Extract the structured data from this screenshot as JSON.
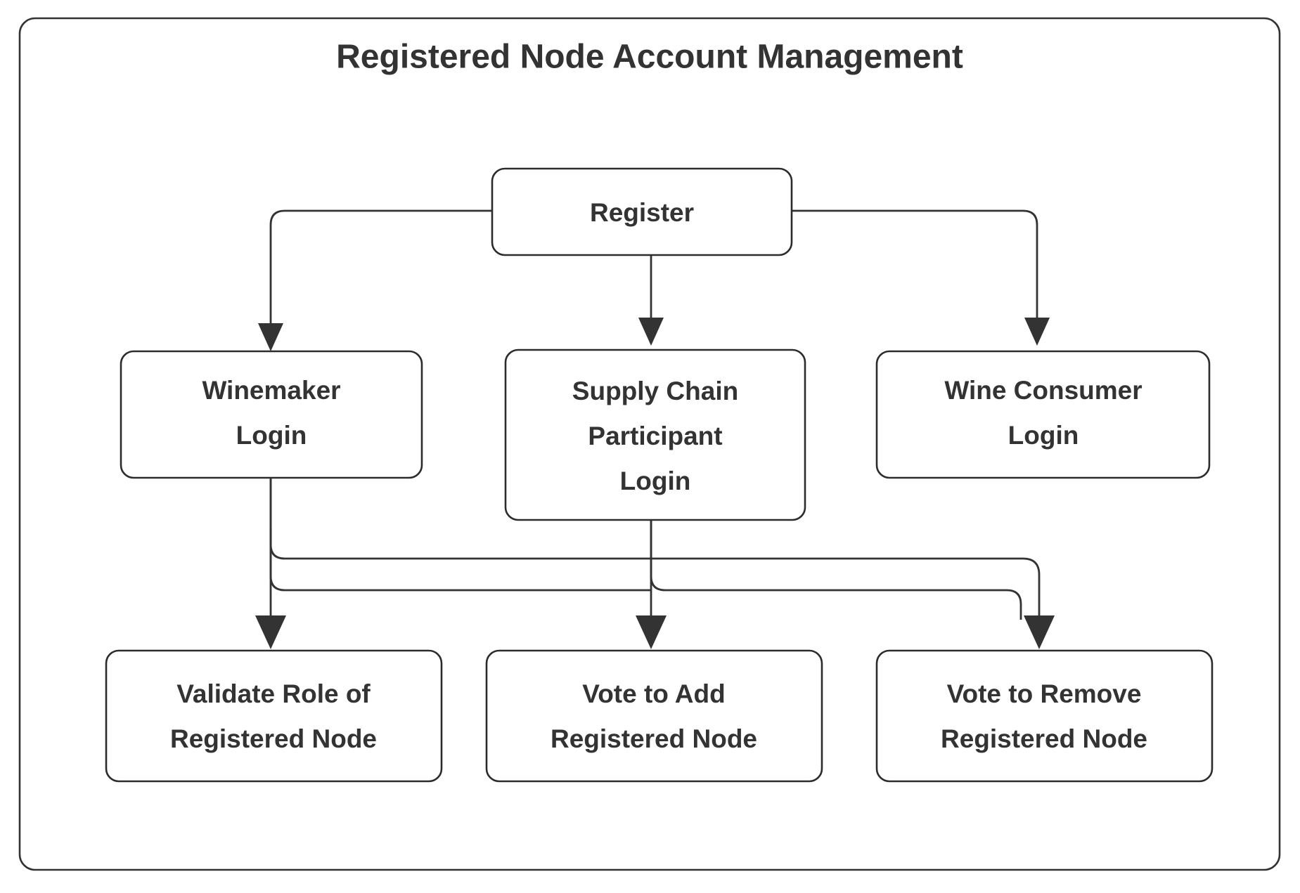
{
  "diagram": {
    "title": "Registered Node Account Management",
    "type": "flowchart",
    "direction": "top-down",
    "colors": {
      "background": "#ffffff",
      "node_fill": "#ffffff",
      "node_stroke": "#2c2c2c",
      "edge_stroke": "#333333",
      "text": "#333333",
      "container_stroke": "#333333"
    },
    "nodes": [
      {
        "id": "register",
        "lines": [
          "Register"
        ]
      },
      {
        "id": "winemaker",
        "lines": [
          "Winemaker",
          "Login"
        ]
      },
      {
        "id": "supply",
        "lines": [
          "Supply Chain",
          "Participant",
          "Login"
        ]
      },
      {
        "id": "consumer",
        "lines": [
          "Wine Consumer",
          "Login"
        ]
      },
      {
        "id": "validate",
        "lines": [
          "Validate Role of",
          "Registered Node"
        ]
      },
      {
        "id": "voteadd",
        "lines": [
          "Vote to Add",
          "Registered Node"
        ]
      },
      {
        "id": "voteremove",
        "lines": [
          "Vote to Remove",
          "Registered Node"
        ]
      }
    ],
    "edges": [
      {
        "from": "register",
        "to": "winemaker",
        "label": ""
      },
      {
        "from": "register",
        "to": "supply",
        "label": ""
      },
      {
        "from": "register",
        "to": "consumer",
        "label": ""
      },
      {
        "from": "winemaker",
        "to": "validate",
        "label": ""
      },
      {
        "from": "winemaker",
        "to": "voteremove",
        "label": ""
      },
      {
        "from": "supply",
        "to": "voteadd",
        "label": ""
      },
      {
        "from": "supply",
        "to": "voteremove",
        "label": ""
      }
    ]
  }
}
